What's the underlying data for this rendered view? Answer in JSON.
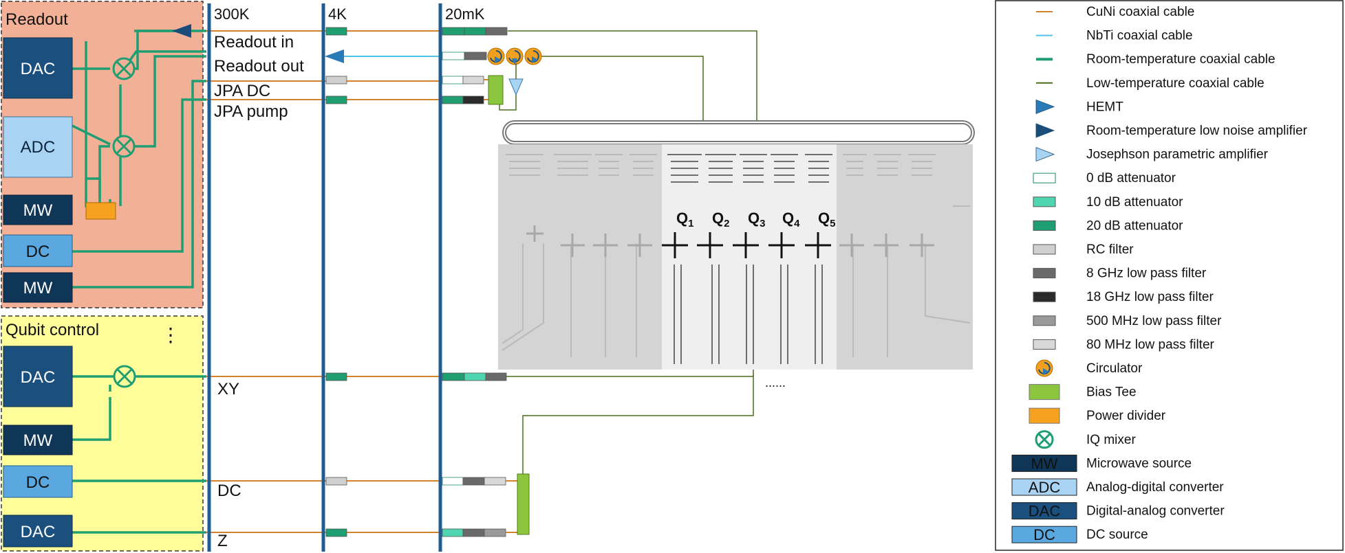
{
  "panels": {
    "readout": "Readout",
    "qubit_control": "Qubit control",
    "more": "⋮"
  },
  "stages": [
    "300K",
    "4K",
    "20mK"
  ],
  "instruments": {
    "readout_dac": "DAC",
    "readout_adc": "ADC",
    "readout_mw": "MW",
    "readout_dc": "DC",
    "readout_mw2": "MW",
    "control_dac": "DAC",
    "control_mw": "MW",
    "control_dc": "DC",
    "control_dac2": "DAC"
  },
  "lines": {
    "readout_in": "Readout in",
    "readout_out": "Readout out",
    "jpa_dc": "JPA DC",
    "jpa_pump": "JPA pump",
    "xy": "XY",
    "dc": "DC",
    "z": "Z"
  },
  "qubits": [
    {
      "label": "Q",
      "sub": "1"
    },
    {
      "label": "Q",
      "sub": "2"
    },
    {
      "label": "Q",
      "sub": "3"
    },
    {
      "label": "Q",
      "sub": "4"
    },
    {
      "label": "Q",
      "sub": "5"
    }
  ],
  "ellipsis": "......",
  "legend": [
    {
      "symbol": "line",
      "color": "#d4822a",
      "label": "CuNi coaxial cable"
    },
    {
      "symbol": "line",
      "color": "#4fc3e8",
      "label": "NbTi coaxial cable"
    },
    {
      "symbol": "line-thick",
      "color": "#1f9e72",
      "label": "Room-temperature coaxial cable"
    },
    {
      "symbol": "line",
      "color": "#4a6b1c",
      "label": "Low-temperature coaxial cable"
    },
    {
      "symbol": "triangle",
      "color": "#2a7ab8",
      "label": "HEMT"
    },
    {
      "symbol": "triangle",
      "color": "#1a4d7a",
      "label": "Room-temperature low noise amplifier"
    },
    {
      "symbol": "triangle",
      "color": "#a9d3f2",
      "label": "Josephson parametric amplifier"
    },
    {
      "symbol": "rect",
      "color": "#ffffff",
      "stroke": "#1f8a66",
      "label": "0 dB attenuator"
    },
    {
      "symbol": "rect",
      "color": "#4fd6b0",
      "label": "10 dB attenuator"
    },
    {
      "symbol": "rect",
      "color": "#1f9e72",
      "label": "20 dB attenuator"
    },
    {
      "symbol": "rect",
      "color": "#cfcfcf",
      "label": "RC filter"
    },
    {
      "symbol": "rect",
      "color": "#6a6a6a",
      "label": "8 GHz low pass filter"
    },
    {
      "symbol": "rect",
      "color": "#2b2b2b",
      "label": "18 GHz low pass filter"
    },
    {
      "symbol": "rect",
      "color": "#9a9a9a",
      "label": "500 MHz low pass filter"
    },
    {
      "symbol": "rect",
      "color": "#d8d8d8",
      "label": "80 MHz low pass filter"
    },
    {
      "symbol": "circulator",
      "color": "#f0a020",
      "label": "Circulator"
    },
    {
      "symbol": "rect-big",
      "color": "#8cc63e",
      "label": "Bias Tee"
    },
    {
      "symbol": "rect-big",
      "color": "#f4a21f",
      "label": "Power divider"
    },
    {
      "symbol": "mixer",
      "color": "#1f9e72",
      "label": "IQ mixer"
    },
    {
      "symbol": "box",
      "color": "#0f3557",
      "text": "MW",
      "label": "Microwave source"
    },
    {
      "symbol": "box",
      "color": "#a9d3f2",
      "text": "ADC",
      "label": "Analog-digital converter"
    },
    {
      "symbol": "box",
      "color": "#1a4f7e",
      "text": "DAC",
      "label": "Digital-analog converter"
    },
    {
      "symbol": "box",
      "color": "#5aa8df",
      "text": "DC",
      "label": "DC source"
    }
  ]
}
